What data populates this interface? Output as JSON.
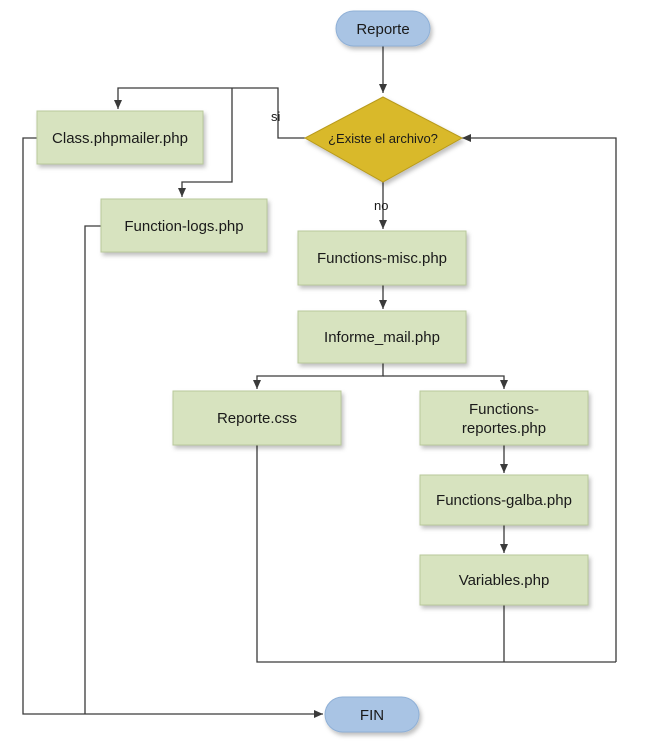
{
  "nodes": {
    "start": "Reporte",
    "decision": "¿Existe el archivo?",
    "classPhpmailer": "Class.phpmailer.php",
    "functionLogs": "Function-logs.php",
    "functionsMisc": "Functions-misc.php",
    "informeMail": "Informe_mail.php",
    "reporteCss": "Reporte.css",
    "functionsReportes": [
      "Functions-",
      "reportes.php"
    ],
    "functionsGalba": "Functions-galba.php",
    "variables": "Variables.php",
    "end": "FIN"
  },
  "labels": {
    "yes": "si",
    "no": "no"
  },
  "colors": {
    "process_fill": "#d7e3bf",
    "terminator_fill": "#a9c4e4",
    "decision_fill": "#d9b92c",
    "line": "#3a3a3a"
  }
}
